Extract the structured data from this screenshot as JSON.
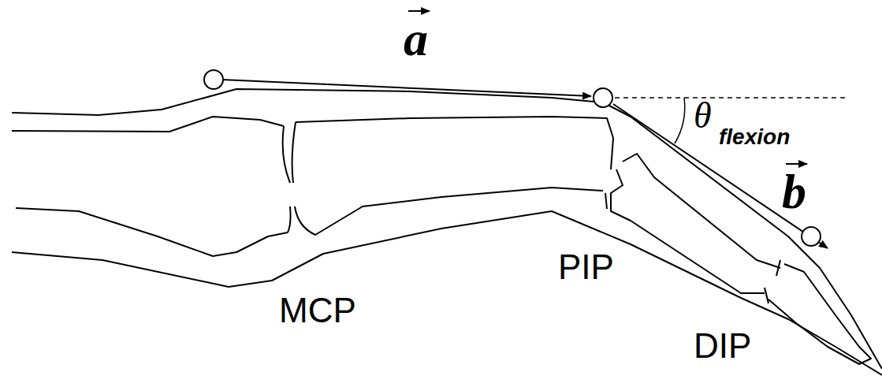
{
  "diagram": {
    "labels": [
      "a",
      "b",
      "θ",
      "flexion",
      "MCP",
      "PIP",
      "DIP"
    ]
  }
}
